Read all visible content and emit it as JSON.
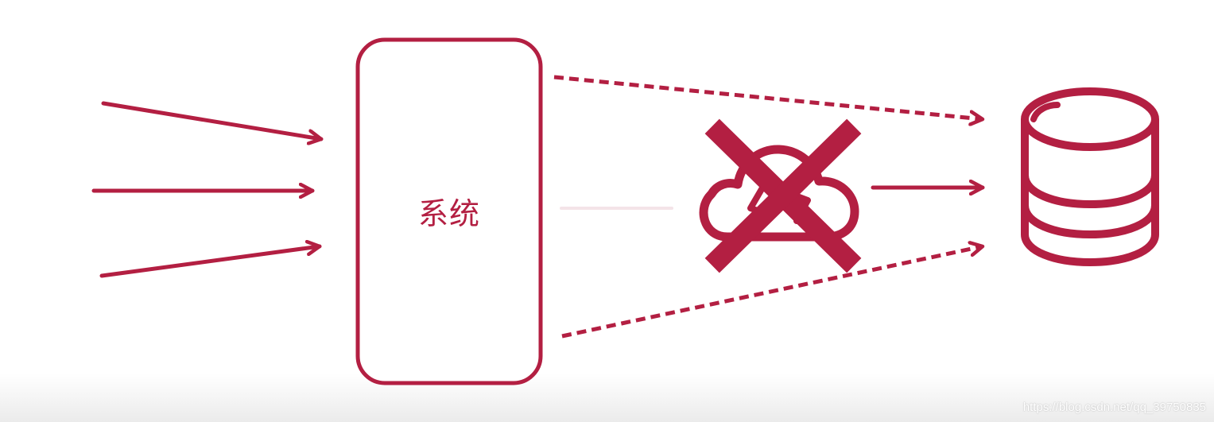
{
  "diagram": {
    "system_label": "系统",
    "accent_color": "#b31f42",
    "nodes": [
      {
        "id": "system",
        "label": "系统",
        "shape": "rounded-rectangle"
      },
      {
        "id": "cache",
        "icon": "cloud-icon",
        "status": "disabled (crossed out)"
      },
      {
        "id": "database",
        "icon": "database-icon"
      }
    ],
    "edges": [
      {
        "from": "input-1",
        "to": "system",
        "style": "solid"
      },
      {
        "from": "input-2",
        "to": "system",
        "style": "solid"
      },
      {
        "from": "input-3",
        "to": "system",
        "style": "solid"
      },
      {
        "from": "system",
        "to": "database",
        "style": "dashed"
      },
      {
        "from": "system",
        "to": "database",
        "style": "dashed"
      },
      {
        "from": "cache",
        "to": "database",
        "style": "solid"
      }
    ]
  },
  "watermark": "https://blog.csdn.net/qq_39750835"
}
